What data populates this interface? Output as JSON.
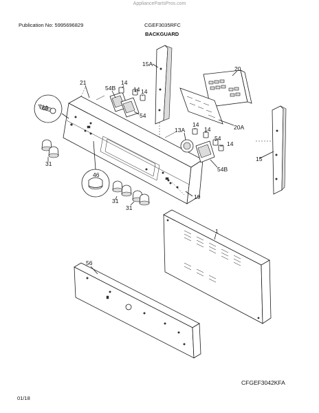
{
  "watermark": "AppliancePartsPros.com",
  "header": {
    "publication": "Publication No: 5995696829",
    "model": "CGEF3035RFC",
    "section_title": "BACKGUARD"
  },
  "callouts": {
    "p1": "1",
    "p13a": "13A",
    "p14a": "14",
    "p14b": "14",
    "p14c": "14",
    "p14d": "14",
    "p14e": "14",
    "p15": "15",
    "p15a": "15A",
    "p19": "19",
    "p20": "20",
    "p20a": "20A",
    "p21": "21",
    "p31a": "31",
    "p31b": "31",
    "p31c": "31",
    "p46": "46",
    "p54a": "54",
    "p54b": "54",
    "p54ba": "54B",
    "p54bb": "54B",
    "p56": "56",
    "p69": "69"
  },
  "footer": {
    "figure_code": "CFGEF3042KFA",
    "date": "01/18"
  }
}
